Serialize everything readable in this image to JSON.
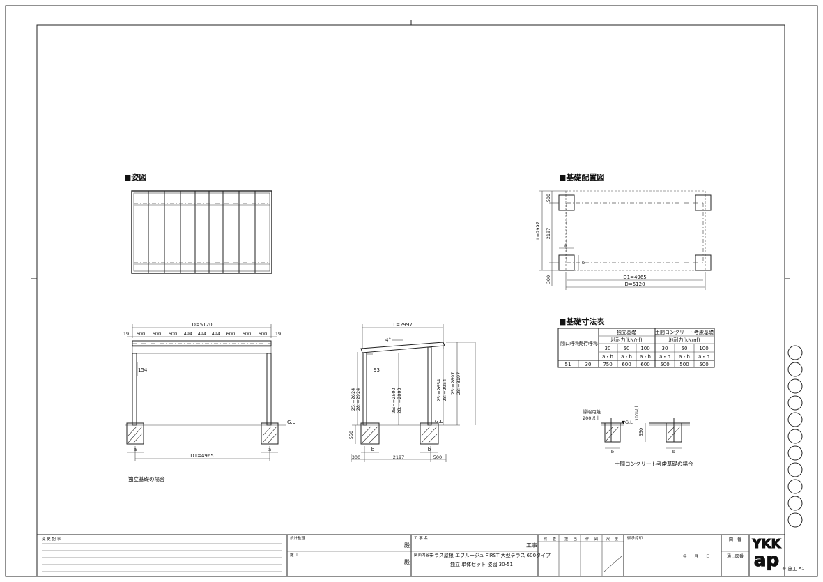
{
  "sections": {
    "elevation": "■姿図",
    "foundation_layout": "■基礎配置図",
    "foundation_table": "■基礎寸法表"
  },
  "front_view": {
    "total": "D=5120",
    "spans": [
      "19",
      "600",
      "600",
      "600",
      "494",
      "494",
      "494",
      "600",
      "600",
      "600",
      "19"
    ],
    "dim_154": "154",
    "gl": "G.L",
    "a_left": "a",
    "a_right": "a",
    "d1": "D1=4965",
    "caption": "独立基礎の場合"
  },
  "side_view": {
    "l": "L=2997",
    "angle": "4°",
    "dim_93": "93",
    "left_h1": "25:=2624",
    "left_h2": "28:=2924",
    "mid_h1": "25:H=2500",
    "mid_h2": "28:H=2800",
    "right_h1": "25:=2654",
    "right_h2": "28:=2954",
    "far_h1": "25:=2897",
    "far_h2": "28:=3197",
    "gl": "G.L",
    "depth": "550",
    "b_left": "b",
    "b_right": "b",
    "w300": "300",
    "w2197": "2197",
    "w500": "500"
  },
  "plan": {
    "l": "L=2997",
    "d500": "500",
    "d2197": "2197",
    "d300": "300",
    "a": "a",
    "b": "b",
    "d1": "D1=4965",
    "d": "D=5120"
  },
  "table": {
    "col_frontage": "間口呼称",
    "col_depth": "奥行呼称",
    "grp1": "独立基礎",
    "grp2": "土間コンクリート考慮基礎",
    "bearing": "地耐力(kN/㎡)",
    "bearing_vals": [
      "30",
      "50",
      "100",
      "30",
      "50",
      "100"
    ],
    "ab": [
      "a・b",
      "a・b",
      "a・b",
      "a・b",
      "a・b",
      "a・b"
    ],
    "row": {
      "frontage": "51",
      "depth": "30",
      "vals": [
        "750",
        "600",
        "600",
        "500",
        "500",
        "500"
      ]
    }
  },
  "detail": {
    "edge_label1": "縁端距離",
    "edge_label2": "200以上",
    "over100": "100以上",
    "depth": "550",
    "gl": "▼G.L",
    "b1": "b",
    "b2": "b",
    "caption": "土間コンクリート考慮基礎の場合"
  },
  "title_block": {
    "revision": "変 更 記 事",
    "designer": "設計監理",
    "constructor": "施 工",
    "dono1": "殿",
    "dono2": "殿",
    "project_label": "工 事 名",
    "koji": "工事",
    "contents_label": "図面内容名",
    "contents1": "テラス屋根 エフルージュ FIRST 大型テラス 600タイプ",
    "contents2": "独立 単体セット 姿図 30-51",
    "stamps": [
      "照",
      "査",
      "担",
      "当",
      "作",
      "図",
      "尺",
      "度"
    ],
    "approval_label": "御承認印",
    "date": "年　　月　　日",
    "zuban": "図　番",
    "toshi": "通し図番",
    "logo_top": "YKK",
    "logo_bottom": "ap",
    "code": "® 施工-A1"
  }
}
